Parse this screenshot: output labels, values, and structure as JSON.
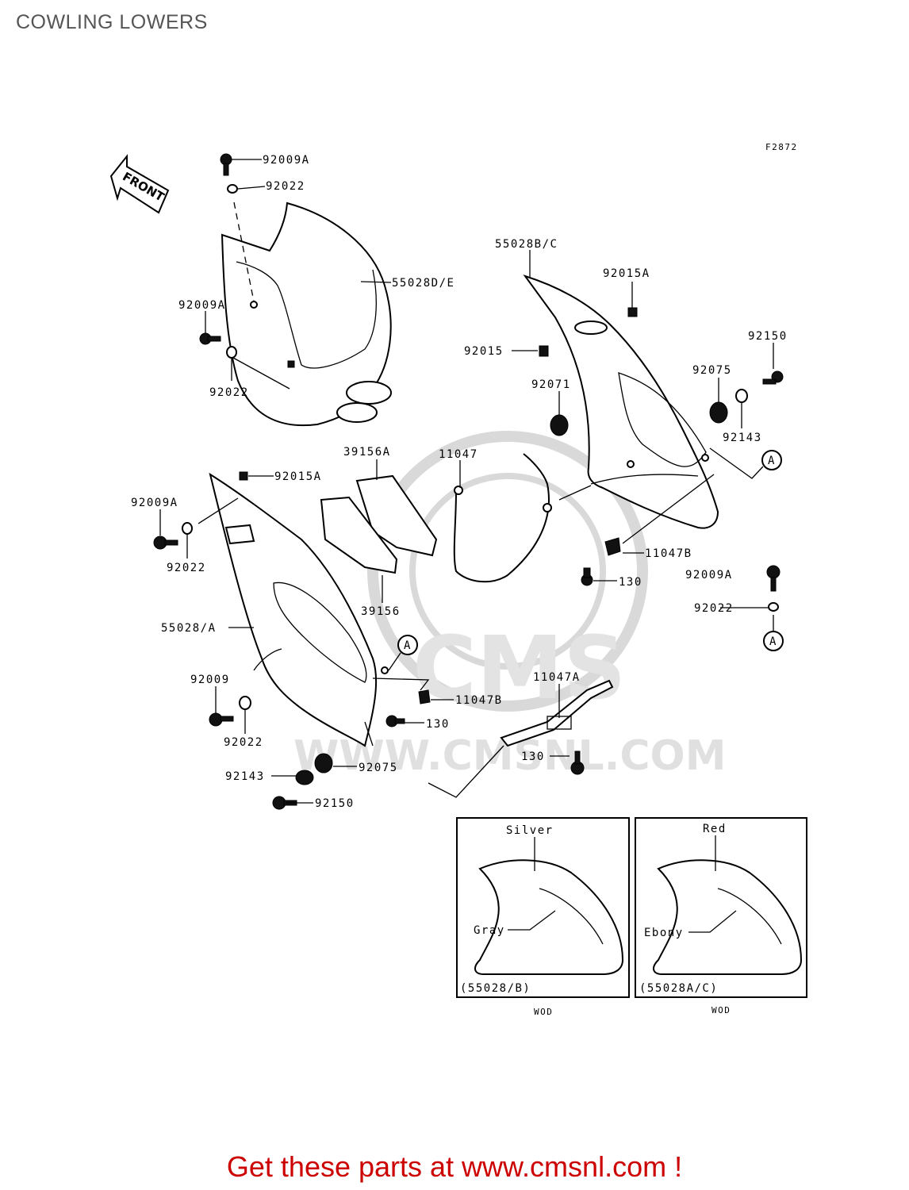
{
  "header": {
    "title": "COWLING LOWERS"
  },
  "diagram": {
    "figure_code": "F2872",
    "front_arrow_label": "FRONT",
    "callouts": {
      "c01": "92009A",
      "c02": "92022",
      "c03": "55028D/E",
      "c04": "92009A",
      "c05": "92022",
      "c06": "55028B/C",
      "c07": "92015A",
      "c08": "92015",
      "c09": "92150",
      "c10": "92071",
      "c11": "92075",
      "c12": "92143",
      "c13": "A",
      "c14": "39156A",
      "c15": "11047",
      "c16": "92015A",
      "c17": "92009A",
      "c18": "92022",
      "c19": "39156",
      "c20": "11047B",
      "c21": "130",
      "c22": "92009A",
      "c23": "92022",
      "c24": "A",
      "c25": "55028/A",
      "c26": "A",
      "c27": "11047A",
      "c28": "92009",
      "c29": "11047B",
      "c30": "130",
      "c31": "92022",
      "c32": "130",
      "c33": "92143",
      "c34": "92075",
      "c35": "92150"
    },
    "color_variants": [
      {
        "top_color": "Silver",
        "bottom_color": "Gray",
        "part_ref": "(55028/B)",
        "code": "WOD"
      },
      {
        "top_color": "Red",
        "bottom_color": "Ebony",
        "part_ref": "(55028A/C)",
        "code": "WOD"
      }
    ],
    "watermark_text": "WWW.CMSNL.COM",
    "watermark_logo": "CMS"
  },
  "footer": {
    "text": "Get these parts at www.cmsnl.com !",
    "color": "#cc0000"
  }
}
